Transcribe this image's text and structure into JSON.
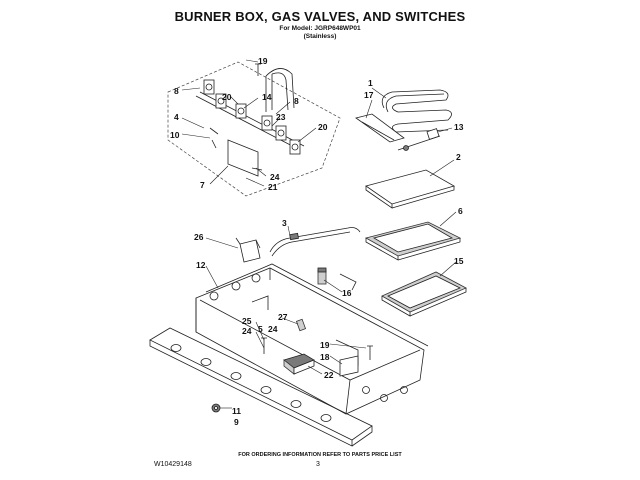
{
  "header": {
    "title": "BURNER BOX, GAS VALVES, AND SWITCHES",
    "model": "For Model: JGRP648WP01",
    "finish": "(Stainless)"
  },
  "callouts": [
    "19",
    "8",
    "20",
    "14",
    "8",
    "4",
    "23",
    "10",
    "20",
    "24",
    "7",
    "21",
    "1",
    "17",
    "13",
    "2",
    "3",
    "6",
    "26",
    "12",
    "15",
    "16",
    "25",
    "27",
    "24",
    "5",
    "24",
    "19",
    "18",
    "22",
    "11",
    "9"
  ],
  "footer": {
    "note": "FOR ORDERING INFORMATION REFER TO PARTS PRICE LIST",
    "doc_number": "W10429148",
    "page": "3"
  }
}
